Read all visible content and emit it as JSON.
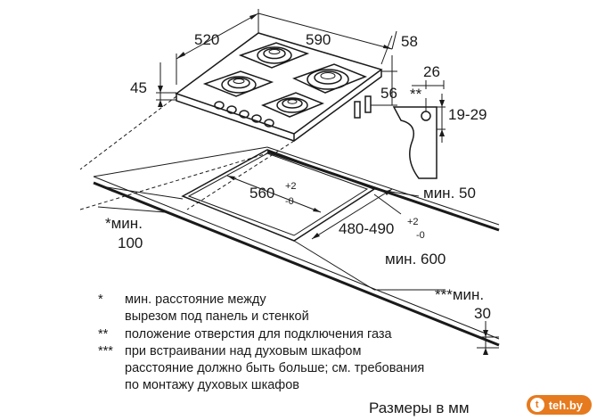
{
  "dimensions": {
    "width_520": "520",
    "width_590": "590",
    "depth_58": "58",
    "height_45": "45",
    "gas_26": "26",
    "gas_56": "56",
    "gas_marker": "**",
    "gas_19_29": "19-29",
    "cutout_width_base": "560",
    "cutout_width_tol_plus": "+2",
    "cutout_width_tol_minus": "-0",
    "cutout_depth_base": "480-490",
    "cutout_depth_tol_plus": "+2",
    "cutout_depth_tol_minus": "-0",
    "min_50": "мин. 50",
    "min_100_line1": "*мин.",
    "min_100_line2": "100",
    "min_600": "мин. 600",
    "min_30_line1": "***мин.",
    "min_30_line2": "30"
  },
  "notes": [
    {
      "mark": "*",
      "text": "мин. расстояние между"
    },
    {
      "mark": "",
      "text": "вырезом под панель и стенкой"
    },
    {
      "mark": "**",
      "text": "положение отверстия для подключения газа"
    },
    {
      "mark": "***",
      "text": "при встраивании над духовым шкафом"
    },
    {
      "mark": "",
      "text": "расстояние должно быть больше; см. требования"
    },
    {
      "mark": "",
      "text": "по монтажу духовых шкафов"
    }
  ],
  "footer_text": "Размеры в мм",
  "watermark": {
    "logo": "t",
    "text": "teh.by",
    "color": "#e67a1e"
  }
}
